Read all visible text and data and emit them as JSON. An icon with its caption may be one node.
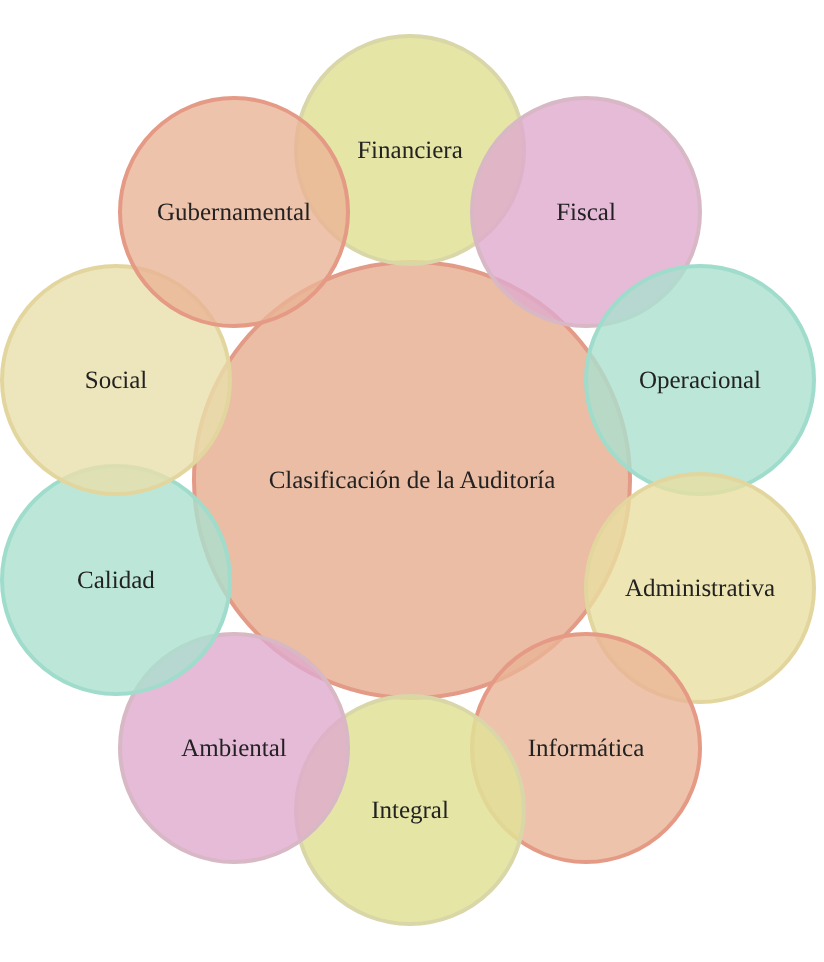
{
  "diagram": {
    "nodes": [
      {
        "text": [
          "Clasificación de la Auditoría"
        ]
      },
      {
        "text": [
          "Financiera"
        ]
      },
      {
        "text": [
          "Fiscal"
        ]
      },
      {
        "text": [
          "Operacional"
        ]
      },
      {
        "text": [
          "Administrativa"
        ]
      },
      {
        "text": [
          "Informática"
        ]
      },
      {
        "text": [
          "Integral"
        ]
      },
      {
        "text": [
          "Ambiental"
        ]
      },
      {
        "text": [
          "Calidad"
        ]
      },
      {
        "text": [
          "Social"
        ]
      },
      {
        "text": [
          "Gubernamental"
        ]
      }
    ]
  }
}
